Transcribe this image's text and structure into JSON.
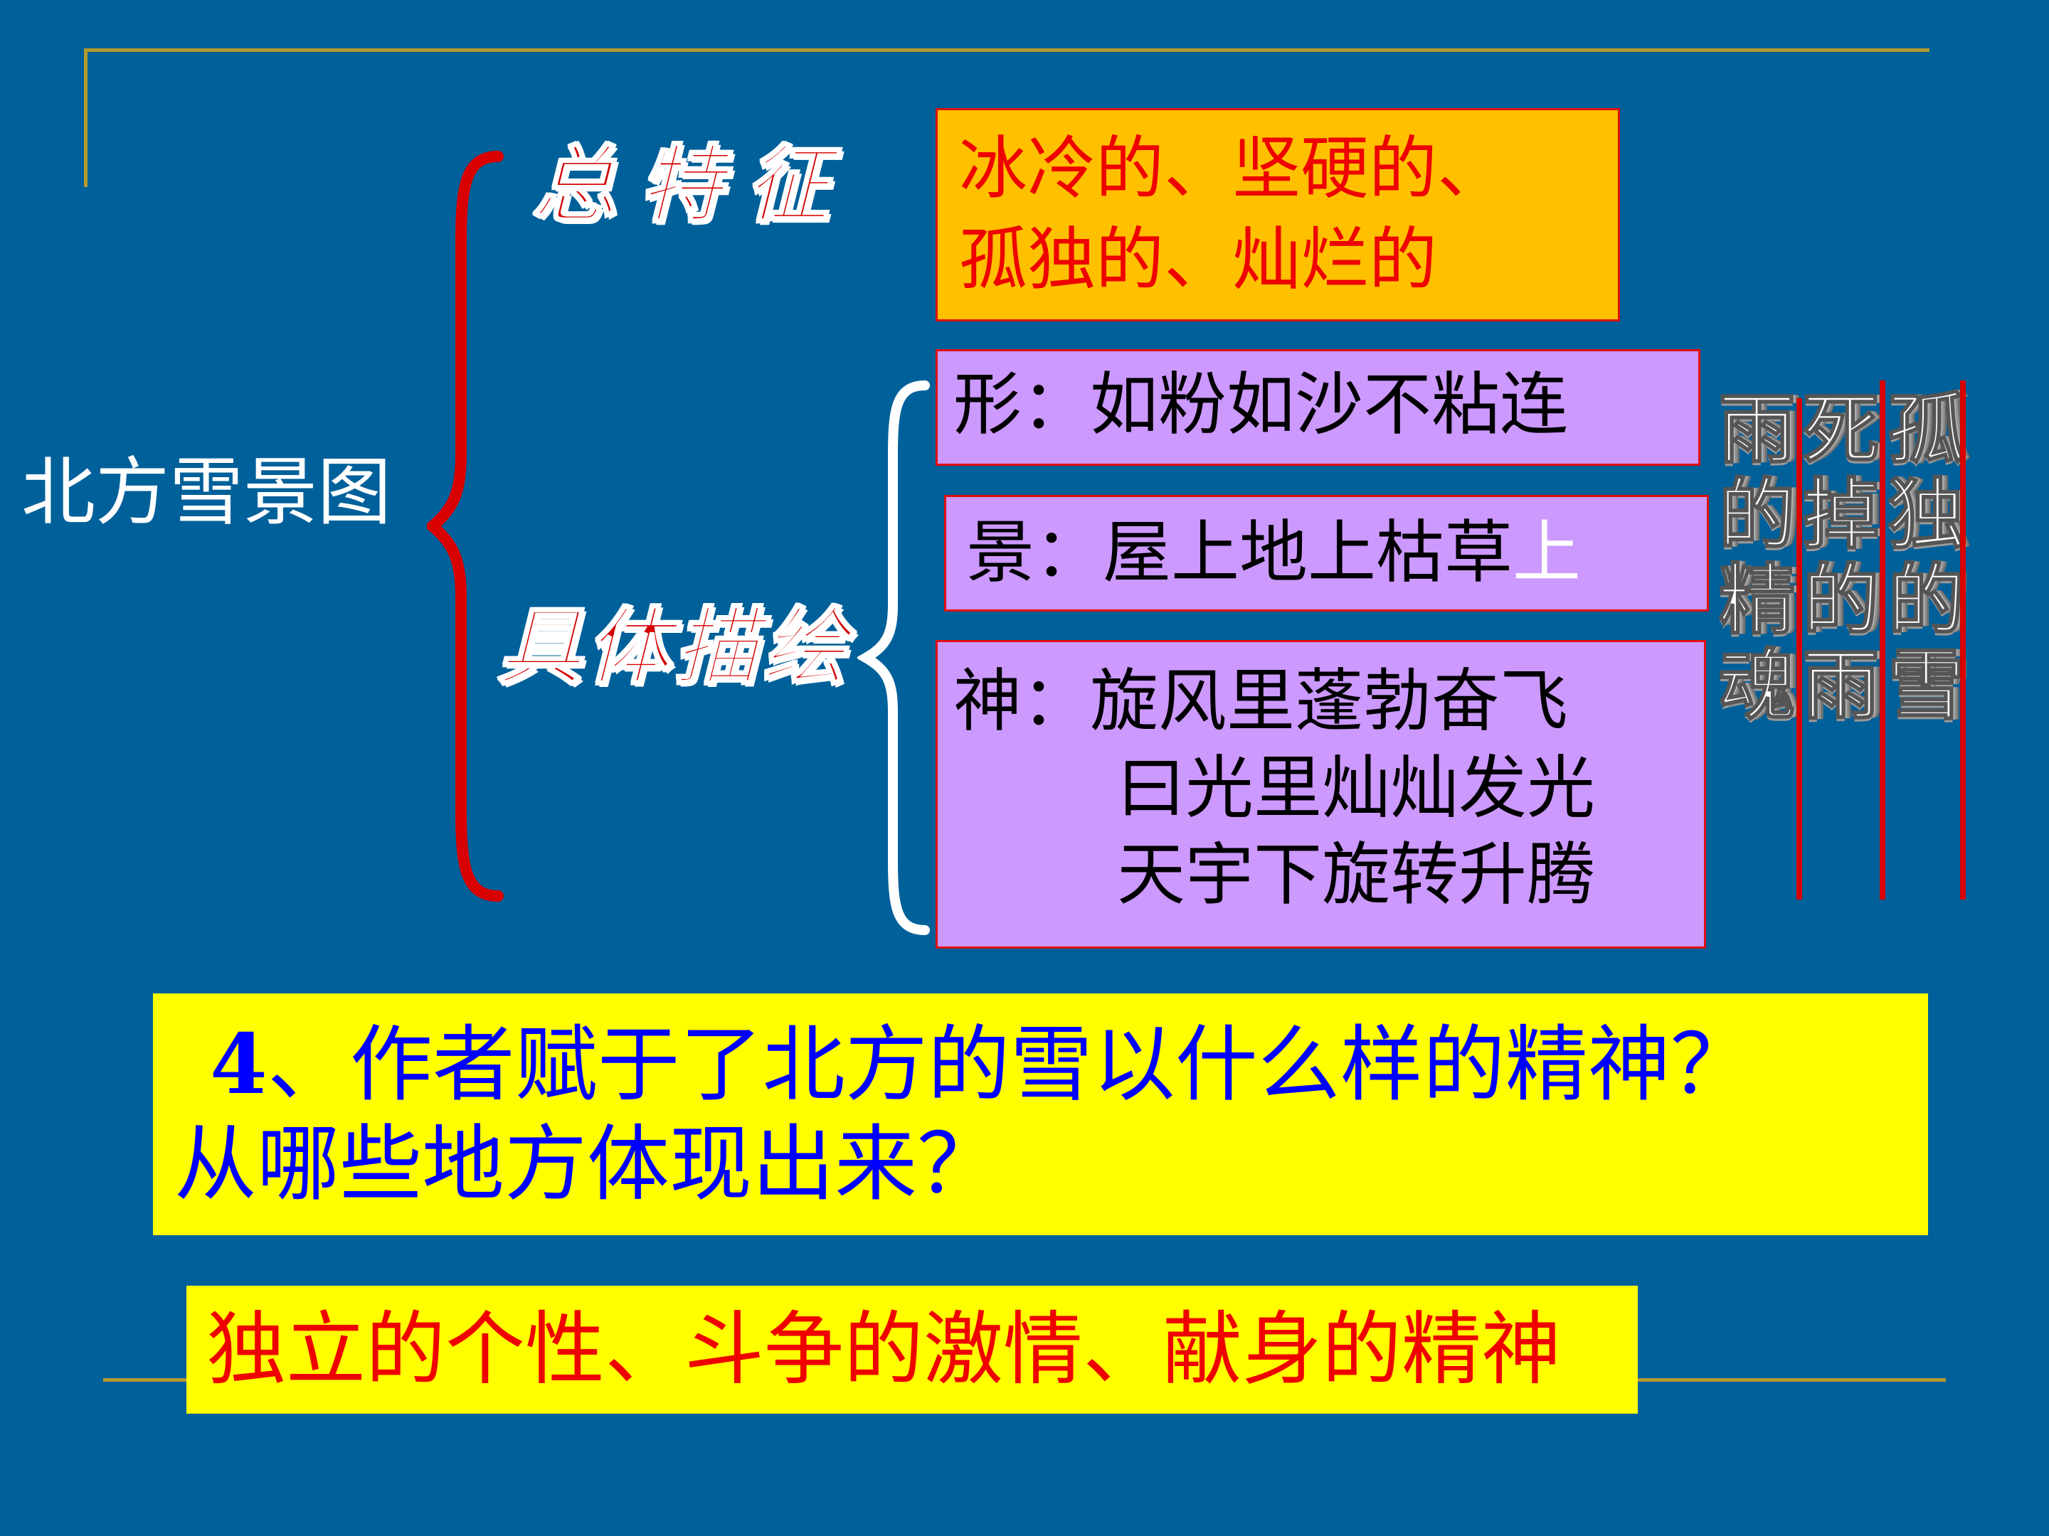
{
  "slide": {
    "title": "北方雪景图",
    "general_label": "总特征",
    "detail_label": "具体描绘",
    "general_box": {
      "line1": "冰冷的、坚硬的、",
      "line2": "孤独的、灿烂的"
    },
    "shape_box": "形：如粉如沙不粘连",
    "scene_box": {
      "main": "景：屋上地上枯草",
      "tail": "上"
    },
    "spirit_box": {
      "line1": "神：旋风里蓬勃奋飞",
      "line2": "曰光里灿灿发光",
      "line3": "天宇下旋转升腾"
    },
    "columns": [
      {
        "chars": [
          "雨",
          "的",
          "精",
          "魂"
        ]
      },
      {
        "chars": [
          "死",
          "掉",
          "的",
          "雨"
        ]
      },
      {
        "chars": [
          "孤",
          "独",
          "的",
          "雪"
        ]
      }
    ],
    "question": {
      "number": "4",
      "line1": "、作者赋于了北方的雪以什么样的精神？",
      "line2": "从哪些地方体现出来？"
    },
    "answer": "独立的个性、斗争的激情、献身的精神"
  },
  "colors": {
    "background": "#00609a",
    "gold_line": "#b59a2e",
    "brace_red": "#d80000",
    "box_orange": "#ffc000",
    "box_purple": "#cc99ff",
    "highlight_yellow": "#ffff00",
    "question_blue": "#0000ff",
    "answer_red": "#ee0000"
  }
}
